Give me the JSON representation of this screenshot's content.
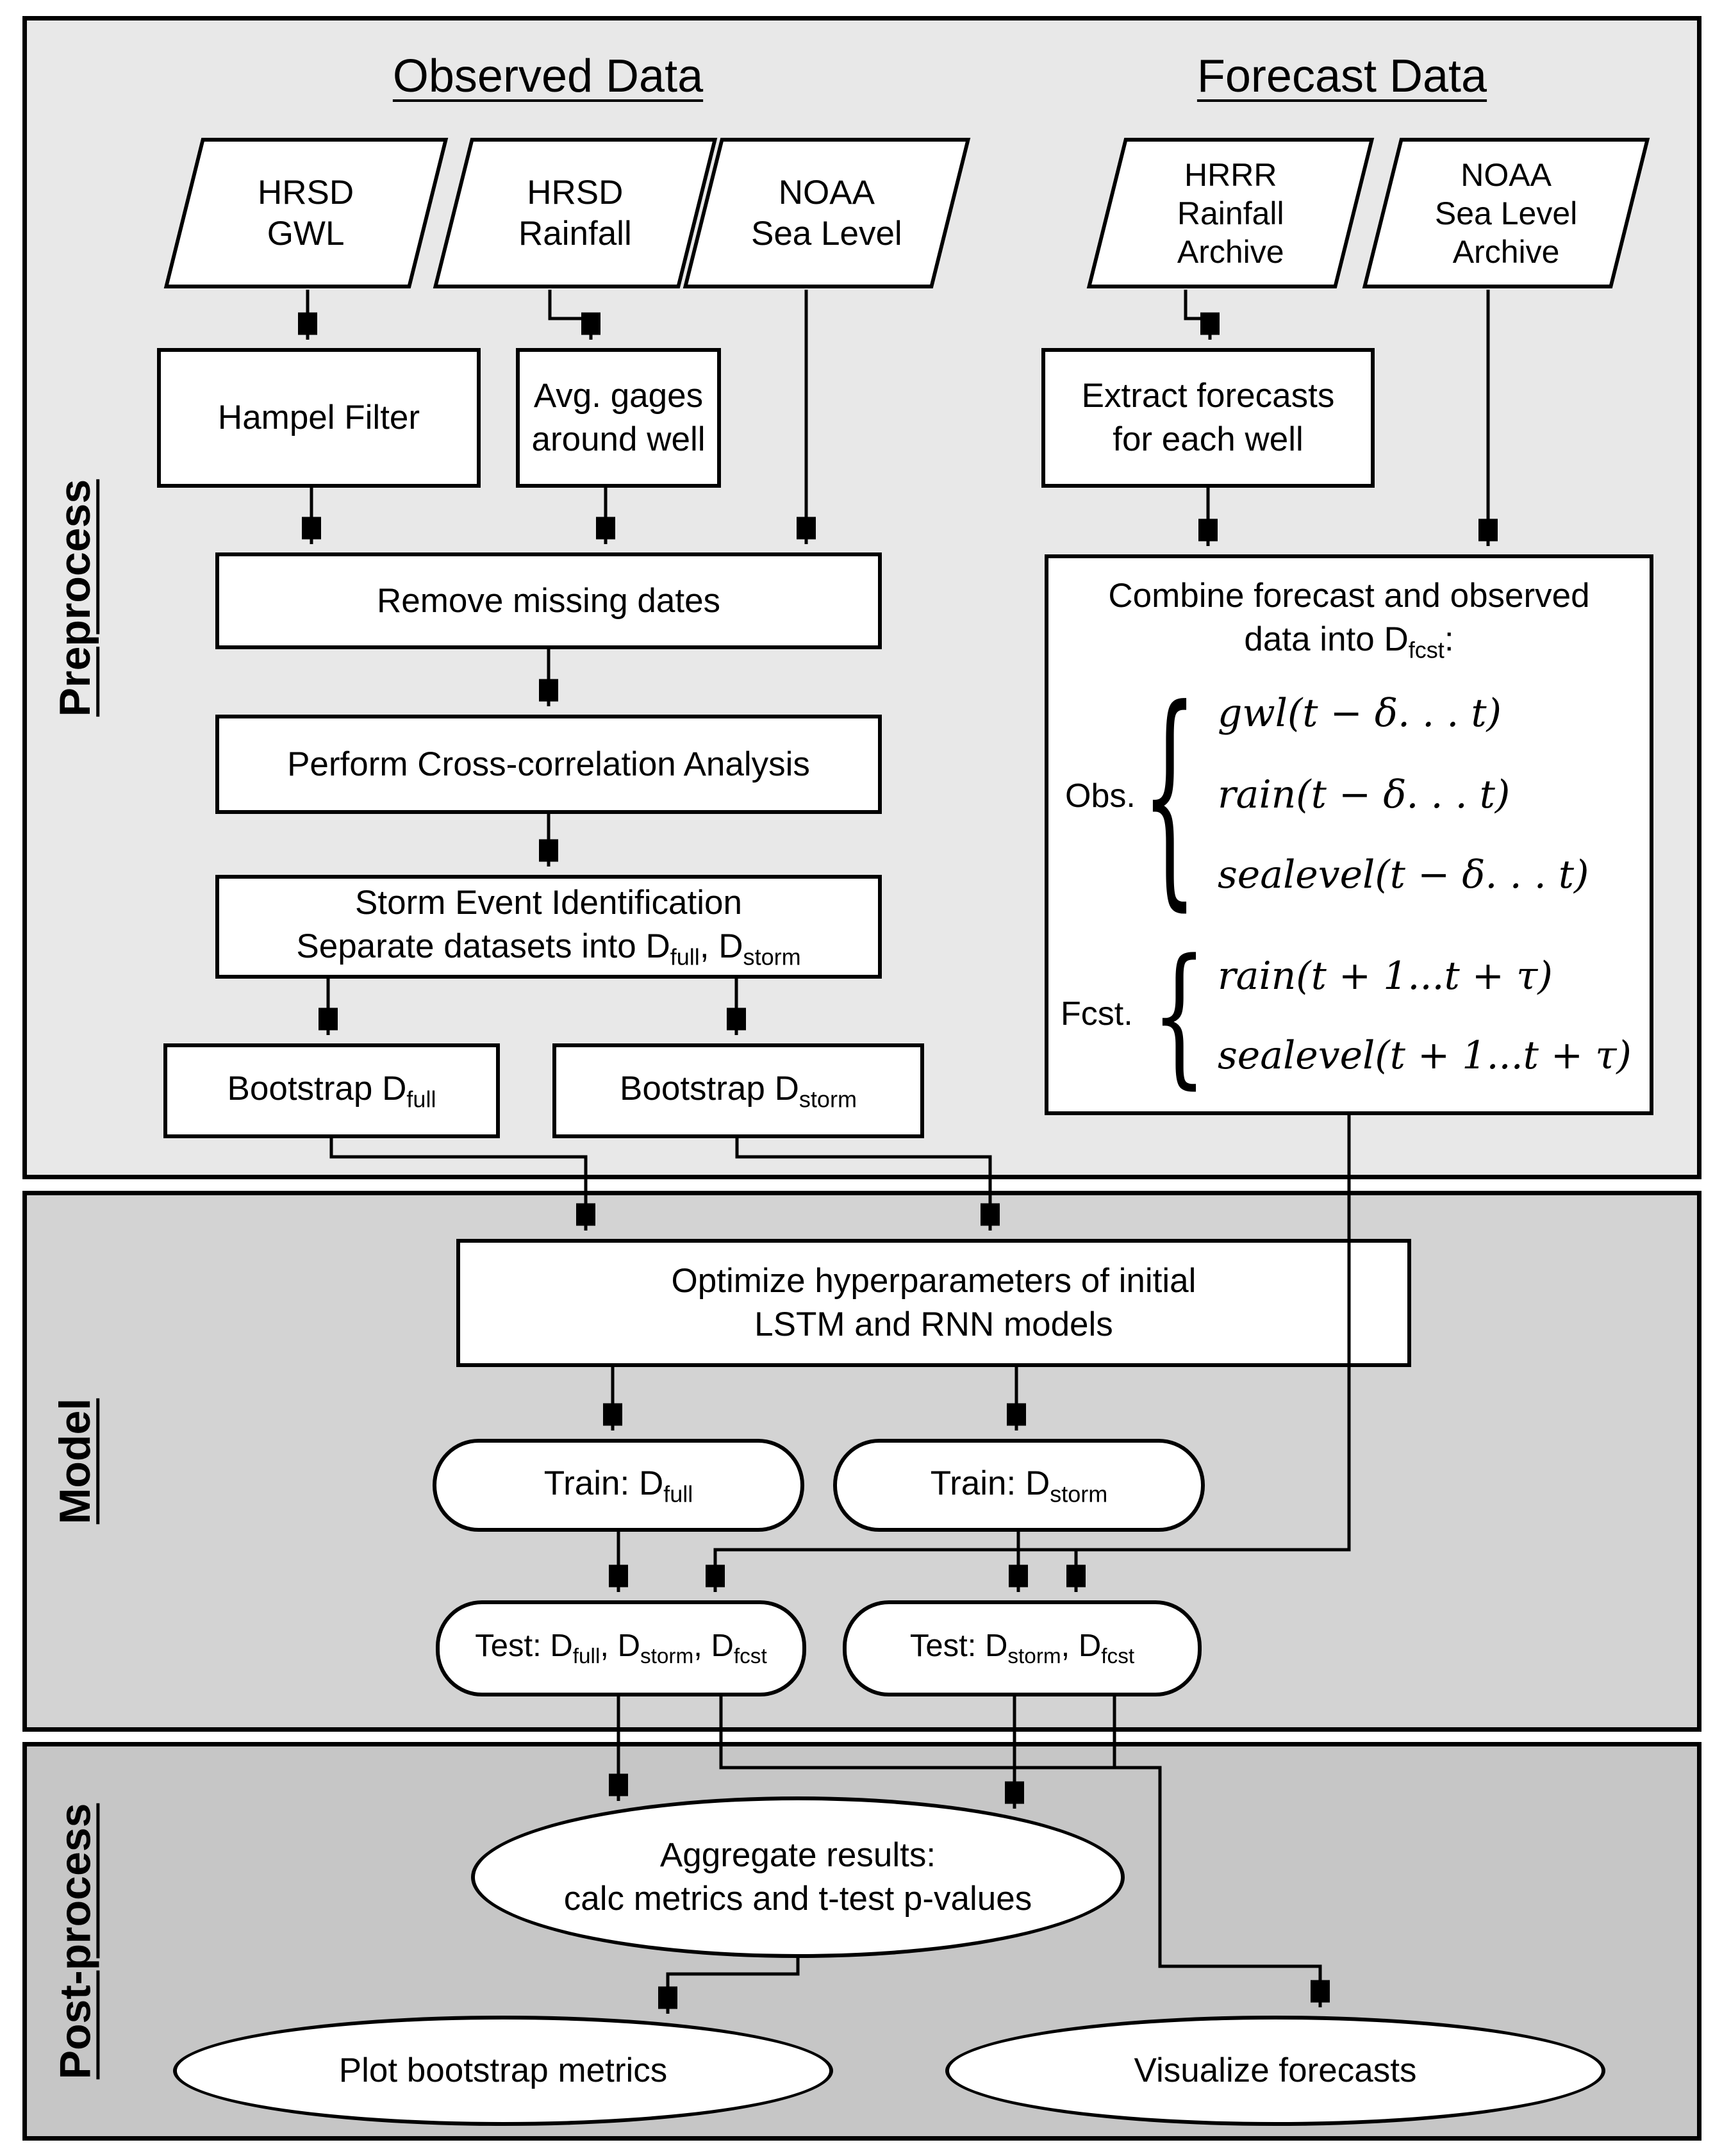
{
  "figure": {
    "headers": {
      "observed": "Observed Data",
      "forecast": "Forecast Data"
    },
    "sections": {
      "preprocess": "Preprocess",
      "model": "Model",
      "postprocess": "Post-process"
    },
    "colors": {
      "preprocess_bg": "#e8e8e8",
      "model_bg": "#d3d3d3",
      "postprocess_bg": "#c6c6c6",
      "node_bg": "#ffffff",
      "line": "#000000"
    },
    "decor": {
      "brace_glyph": "{"
    },
    "nodes": {
      "hrsd_gwl": {
        "line1": "HRSD",
        "line2": "GWL"
      },
      "hrsd_rainfall": {
        "line1": "HRSD",
        "line2": "Rainfall"
      },
      "noaa_sealevel": {
        "line1": "NOAA",
        "line2": "Sea Level"
      },
      "hrrr_archive": {
        "line1": "HRRR",
        "line2": "Rainfall",
        "line3": "Archive"
      },
      "noaa_archive": {
        "line1": "NOAA",
        "line2": "Sea Level",
        "line3": "Archive"
      },
      "hampel": "Hampel Filter",
      "avg_gages": {
        "line1": "Avg. gages",
        "line2": "around well"
      },
      "extract": {
        "line1": "Extract forecasts",
        "line2": "for each well"
      },
      "remove": "Remove missing dates",
      "crosscorr": "Perform Cross-correlation Analysis",
      "storm": {
        "line1": "Storm Event Identification",
        "l2a": "Separate datasets into D",
        "l2s1": "full",
        "l2b": ", D",
        "l2s2": "storm"
      },
      "boot_full": {
        "a": "Bootstrap D",
        "sub": "full"
      },
      "boot_storm": {
        "a": "Bootstrap D",
        "sub": "storm"
      },
      "combine": {
        "t1": "Combine forecast and observed",
        "t2a": "data into D",
        "t2sub": "fcst",
        "t2b": ":",
        "obs_label": "Obs.",
        "obs_eq1": "gwl(t − δ. . . t)",
        "obs_eq2": "rain(t − δ. . . t)",
        "obs_eq3": "sealevel(t − δ. . . t)",
        "fcst_label": "Fcst.",
        "fcst_eq1": "rain(t + 1...t + τ)",
        "fcst_eq2": "sealevel(t + 1...t + τ)"
      },
      "optimize": {
        "line1": "Optimize hyperparameters of initial",
        "line2": "LSTM and RNN models"
      },
      "train_full": {
        "a": "Train: D",
        "sub": "full"
      },
      "train_storm": {
        "a": "Train: D",
        "sub": "storm"
      },
      "test_full": {
        "a": "Test: D",
        "s1": "full",
        "b": ", D",
        "s2": "storm",
        "c": ", D",
        "s3": "fcst"
      },
      "test_storm": {
        "a": "Test: D",
        "s1": "storm",
        "b": ", D",
        "s2": "fcst"
      },
      "aggregate": {
        "line1": "Aggregate results:",
        "line2": "calc metrics and t-test p-values"
      },
      "plot": "Plot bootstrap metrics",
      "visualize": "Visualize forecasts"
    }
  }
}
